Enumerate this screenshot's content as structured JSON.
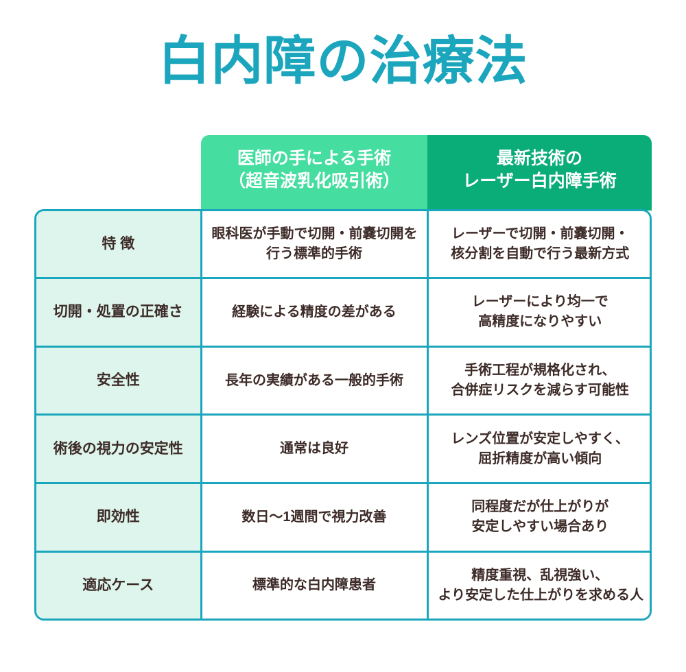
{
  "title": {
    "text": "白内障の治療法"
  },
  "colors": {
    "title": "#1ba6bd",
    "header_manual_bg": "#45dda0",
    "header_laser_bg": "#0aac78",
    "label_col_bg": "#ddf5ec",
    "grid_border": "#1aa6bc",
    "body_text": "#3d2b28",
    "page_bg": "#ffffff"
  },
  "table": {
    "columns": [
      {
        "key": "criterion",
        "label": ""
      },
      {
        "key": "manual",
        "label_line1": "医師の手による手術",
        "label_line2": "（超音波乳化吸引術）"
      },
      {
        "key": "laser",
        "label_line1": "最新技術の",
        "label_line2": "レーザー白内障手術"
      }
    ],
    "rows": [
      {
        "label": "特 徴",
        "manual": [
          "眼科医が手動で切開・前嚢切開を",
          "行う標準的手術"
        ],
        "laser": [
          "レーザーで切開・前嚢切開・",
          "核分割を自動で行う最新方式"
        ]
      },
      {
        "label": "切開・処置の正確さ",
        "manual": [
          "経験による精度の差がある"
        ],
        "laser": [
          "レーザーにより均一で",
          "高精度になりやすい"
        ]
      },
      {
        "label": "安全性",
        "manual": [
          "長年の実績がある一般的手術"
        ],
        "laser": [
          "手術工程が規格化され、",
          "合併症リスクを減らす可能性"
        ]
      },
      {
        "label": "術後の視力の安定性",
        "manual": [
          "通常は良好"
        ],
        "laser": [
          "レンズ位置が安定しやすく、",
          "屈折精度が高い傾向"
        ]
      },
      {
        "label": "即効性",
        "manual": [
          "数日〜1週間で視力改善"
        ],
        "laser": [
          "同程度だが仕上がりが",
          "安定しやすい場合あり"
        ]
      },
      {
        "label": "適応ケース",
        "manual": [
          "標準的な白内障患者"
        ],
        "laser": [
          "精度重視、乱視強い、",
          "より安定した仕上がりを求める人"
        ]
      }
    ]
  }
}
